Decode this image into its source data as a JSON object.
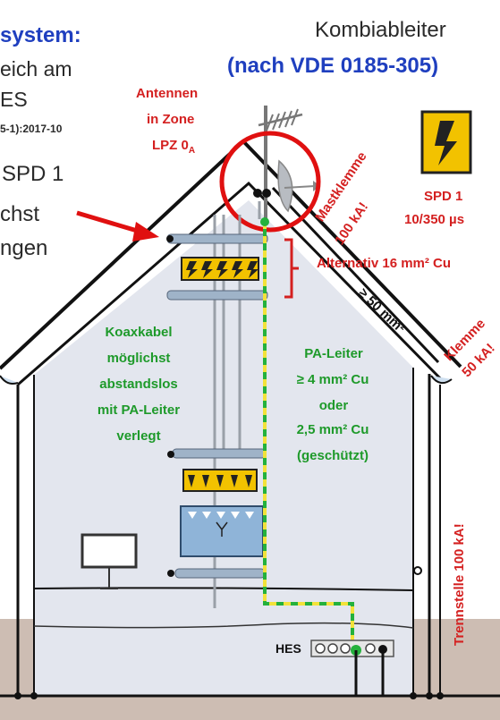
{
  "left_text": {
    "heading": "system:",
    "line1": "eich am",
    "line2": "ES",
    "standard": "5-1):2017-10",
    "spd_line": "SPD 1",
    "line3": "chst",
    "line4": "ngen"
  },
  "title": {
    "line1": "Kombiableiter",
    "line2": "(nach VDE 0185-305)"
  },
  "antenna_label": [
    "Antennen",
    "in Zone",
    "LPZ 0"
  ],
  "antenna_label_subscript": "A",
  "mast_clamp": [
    "Mastklemme",
    "100 kA!"
  ],
  "spd_badge": {
    "line1": "SPD 1",
    "line2": "10/350 µs"
  },
  "alternative": "Alternativ 16 mm² Cu",
  "roof_conductor": "≥ 50 mm²",
  "clamp": [
    "Klemme",
    "50 kA!"
  ],
  "coax_note": [
    "Koaxkabel",
    "möglichst",
    "abstandslos",
    "mit PA-Leiter",
    "verlegt"
  ],
  "pa_note": [
    "PA-Leiter",
    "≥ 4 mm² Cu",
    "oder",
    "2,5 mm² Cu",
    "(geschützt)"
  ],
  "separator": "Trennstelle 100 kA!",
  "hes_label": "HES",
  "colors": {
    "blue_text": "#1f3fbf",
    "red_text": "#d42020",
    "green_text": "#1e9a2a",
    "ground": "#cdbdb3",
    "wall": "#e3e6ee",
    "spd_yellow": "#f2c200"
  }
}
